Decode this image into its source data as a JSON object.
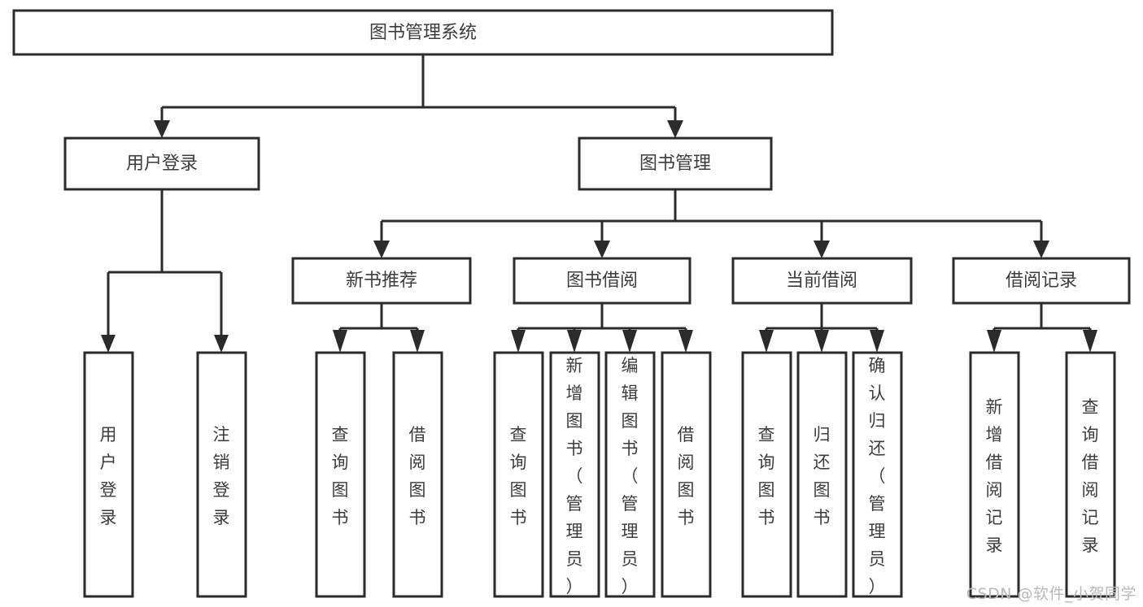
{
  "diagram": {
    "title": "图书管理系统",
    "type": "tree-hierarchy-diagram",
    "colors": {
      "background": "#ffffff",
      "stroke": "#2b2b2b",
      "text": "#3c3c3c",
      "watermark": "#b9b9b9"
    }
  },
  "watermark": {
    "text": "CSDN @软件_小贺同学"
  },
  "nodes": {
    "root": {
      "label": "图书管理系统"
    },
    "level2": [
      {
        "label": "用户登录"
      },
      {
        "label": "图书管理"
      }
    ],
    "level3": [
      {
        "label": "新书推荐"
      },
      {
        "label": "图书借阅"
      },
      {
        "label": "当前借阅"
      },
      {
        "label": "借阅记录"
      }
    ],
    "leaves_user_login": [
      {
        "label": "用户登录"
      },
      {
        "label": "注销登录"
      }
    ],
    "leaves_new_book": [
      {
        "label": "查询图书"
      },
      {
        "label": "借阅图书"
      }
    ],
    "leaves_borrow": [
      {
        "label": "查询图书"
      },
      {
        "label": "新增图书（管理员）"
      },
      {
        "label": "编辑图书（管理员）"
      },
      {
        "label": "借阅图书"
      }
    ],
    "leaves_current": [
      {
        "label": "查询图书"
      },
      {
        "label": "归还图书"
      },
      {
        "label": "确认归还（管理员）"
      }
    ],
    "leaves_record": [
      {
        "label": "新增借阅记录"
      },
      {
        "label": "查询借阅记录"
      }
    ]
  }
}
